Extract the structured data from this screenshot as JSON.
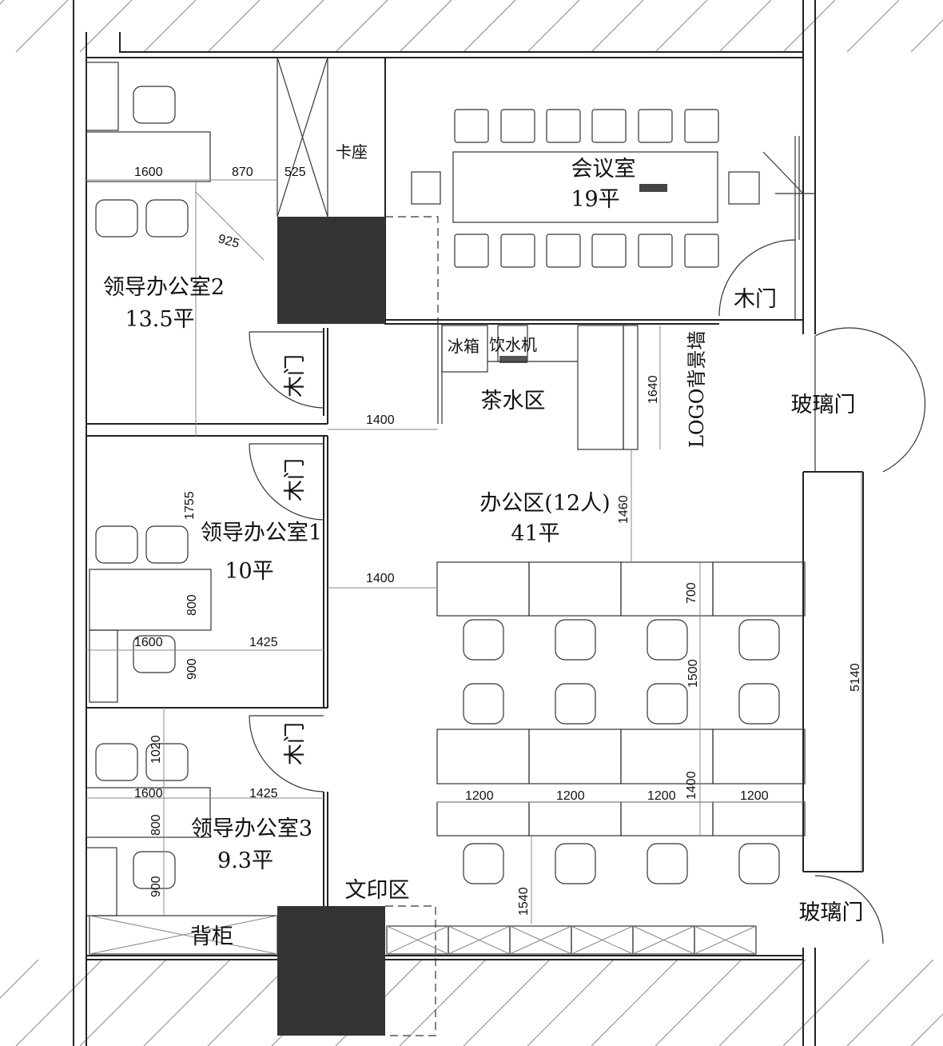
{
  "rooms": {
    "meeting": {
      "name": "会议室",
      "area": "19平"
    },
    "office2": {
      "name": "领导办公室2",
      "area": "13.5平"
    },
    "office1": {
      "name": "领导办公室1",
      "area": "10平"
    },
    "office3": {
      "name": "领导办公室3",
      "area": "9.3平"
    },
    "open_office": {
      "name": "办公区(12人)",
      "area": "41平"
    },
    "tea": "茶水区",
    "print": "文印区",
    "booth": "卡座",
    "fridge": "冰箱",
    "water": "饮水机",
    "logo_wall": "LOGO背景墙",
    "back_cabinet": "背柜"
  },
  "doors": {
    "wood": "木门",
    "glass": "玻璃门"
  },
  "dimensions": {
    "d1600": "1600",
    "d870": "870",
    "d525": "525",
    "d925": "925",
    "d1400": "1400",
    "d1640": "1640",
    "d1755": "1755",
    "d1460": "1460",
    "d800": "800",
    "d1425": "1425",
    "d900": "900",
    "d700": "700",
    "d1500": "1500",
    "d5140": "5140",
    "d1020": "1020",
    "d1200": "1200",
    "d1540": "1540"
  }
}
